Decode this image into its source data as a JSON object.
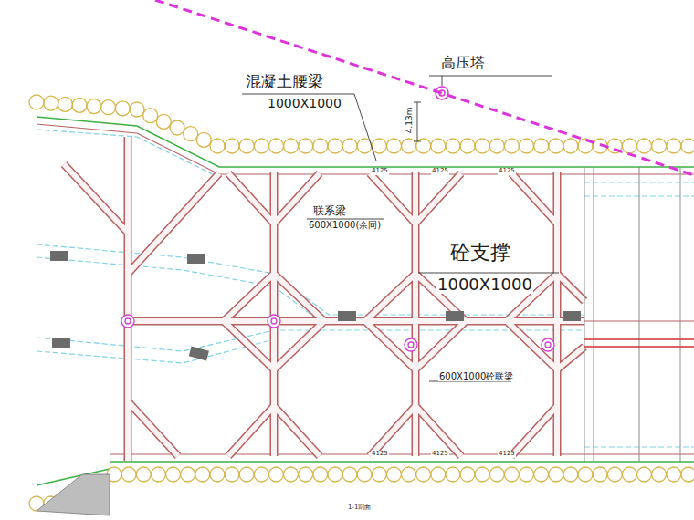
{
  "diagram": {
    "labels": [
      "高压塔",
      "4.13m",
      "混凝土腰梁",
      "1000X1000",
      "联系梁",
      "600X1000(余同)",
      "砼支撑",
      "1000X1000",
      "600X1000砼联梁",
      "4125",
      "4125",
      "4125",
      "4125",
      "4125",
      "4125",
      "1-1剖面"
    ]
  }
}
